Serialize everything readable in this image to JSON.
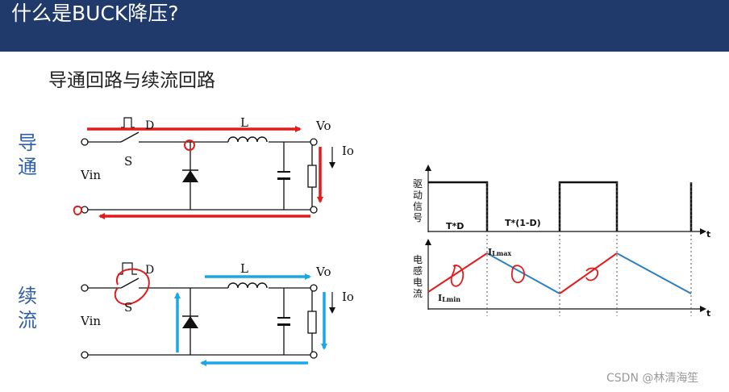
{
  "slide": {
    "title": "什么是BUCK降压?",
    "subtitle": "导通回路与续流回路",
    "watermark": "CSDN @林清海笙"
  },
  "labels": {
    "conduct": "导\n通",
    "freewheel": "续\n流"
  },
  "circuit_top": {
    "switch": "S",
    "diode_label": "D",
    "inductor": "L",
    "output": "Vo",
    "current": "Io",
    "input": "Vin"
  },
  "circuit_bottom": {
    "switch": "S",
    "diode_label": "D",
    "inductor": "L",
    "output": "Vo",
    "current": "Io",
    "input": "Vin"
  },
  "waveform": {
    "drive_ylabel": "驱\n动\n信\n号",
    "current_ylabel": "电\n感\n电\n流",
    "t_axis": "t",
    "on_time": "T*D",
    "off_time": "T*(1-D)",
    "i_max": "I",
    "i_max_sub": "Lmax",
    "i_min": "I",
    "i_min_sub": "Lmin"
  },
  "colors": {
    "title_bar": "#1f3a6b",
    "side_label": "#2e5fa8",
    "conduct_arrow": "#e41b1b",
    "freewheel_arrow": "#1aa7e6",
    "rise": "#e41b1b",
    "fall": "#2a7fc2"
  }
}
